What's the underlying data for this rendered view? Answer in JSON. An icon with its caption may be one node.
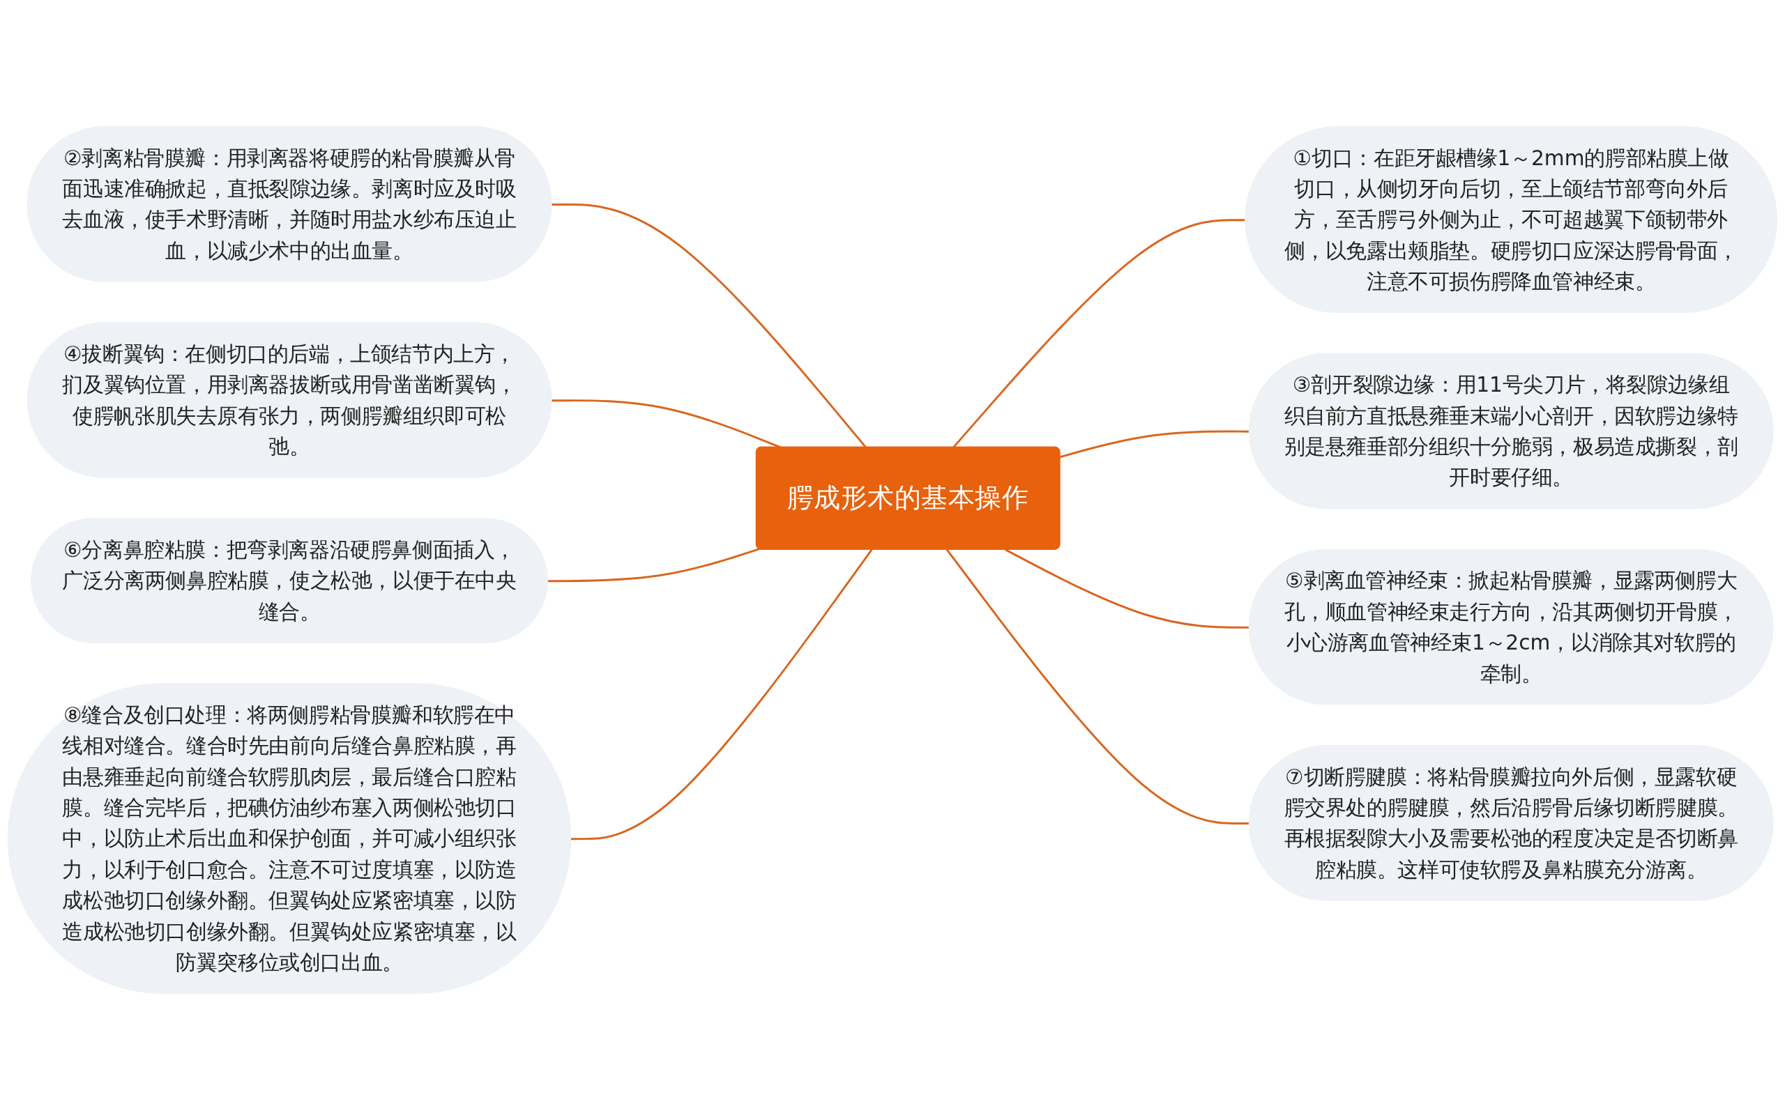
{
  "diagram": {
    "nodes": [
      {
        "text": [
          "腭成形术的基本操作"
        ]
      },
      {
        "text": [
          "①切口：在距牙龈槽缘1～2mm的腭部粘膜上做切口，从侧切牙向后切，至上颌结节部弯向外后方，至舌腭弓外侧为止，不可超越翼下颌韧带外侧，以免露出颊脂垫。硬腭切口应深达腭骨骨面，注意不可损伤腭降血管神经束。"
        ]
      },
      {
        "text": [
          "②剥离粘骨膜瓣：用剥离器将硬腭的粘骨膜瓣从骨面迅速准确掀起，直抵裂隙边缘。剥离时应及时吸去血液，使手术野清晰，并随时用盐水纱布压迫止血，以减少术中的出血量。"
        ]
      },
      {
        "text": [
          "③剖开裂隙边缘：用11号尖刀片，将裂隙边缘组织自前方直抵悬雍垂末端小心剖开，因软腭边缘特别是悬雍垂部分组织十分脆弱，极易造成撕裂，剖开时要仔细。"
        ]
      },
      {
        "text": [
          "④拔断翼钩：在侧切口的后端，上颌结节内上方，扪及翼钩位置，用剥离器拔断或用骨凿凿断翼钩，使腭帆张肌失去原有张力，两侧腭瓣组织即可松弛。"
        ]
      },
      {
        "text": [
          "⑤剥离血管神经束：掀起粘骨膜瓣，显露两侧腭大孔，顺血管神经束走行方向，沿其两侧切开骨膜，小心游离血管神经束1～2cm，以消除其对软腭的牵制。"
        ]
      },
      {
        "text": [
          "⑥分离鼻腔粘膜：把弯剥离器沿硬腭鼻侧面插入，广泛分离两侧鼻腔粘膜，使之松弛，以便于在中央缝合。"
        ]
      },
      {
        "text": [
          "⑦切断腭腱膜：将粘骨膜瓣拉向外后侧，显露软硬腭交界处的腭腱膜，然后沿腭骨后缘切断腭腱膜。再根据裂隙大小及需要松弛的程度决定是否切断鼻腔粘膜。这样可使软腭及鼻粘膜充分游离。"
        ]
      },
      {
        "text": [
          "⑧缝合及创口处理：将两侧腭粘骨膜瓣和软腭在中线相对缝合。缝合时先由前向后缝合鼻腔粘膜，再由悬雍垂起向前缝合软腭肌肉层，最后缝合口腔粘膜。缝合完毕后，把碘仿油纱布塞入两侧松弛切口中，以防止术后出血和保护创面，并可减小组织张力，以利于创口愈合。注意不可过度填塞，以防造成松弛切口创缘外翻。但翼钩处应紧密填塞，以防造成松弛切口创缘外翻。但翼钩处应紧密填塞，以防翼突移位或创口出血。"
        ]
      }
    ],
    "edges": [
      {
        "from": 0,
        "to": 1,
        "arrow": "none"
      },
      {
        "from": 0,
        "to": 2,
        "arrow": "none"
      },
      {
        "from": 0,
        "to": 3,
        "arrow": "none"
      },
      {
        "from": 0,
        "to": 4,
        "arrow": "none"
      },
      {
        "from": 0,
        "to": 5,
        "arrow": "none"
      },
      {
        "from": 0,
        "to": 6,
        "arrow": "none"
      },
      {
        "from": 0,
        "to": 7,
        "arrow": "none"
      },
      {
        "from": 0,
        "to": 8,
        "arrow": "none"
      }
    ]
  }
}
